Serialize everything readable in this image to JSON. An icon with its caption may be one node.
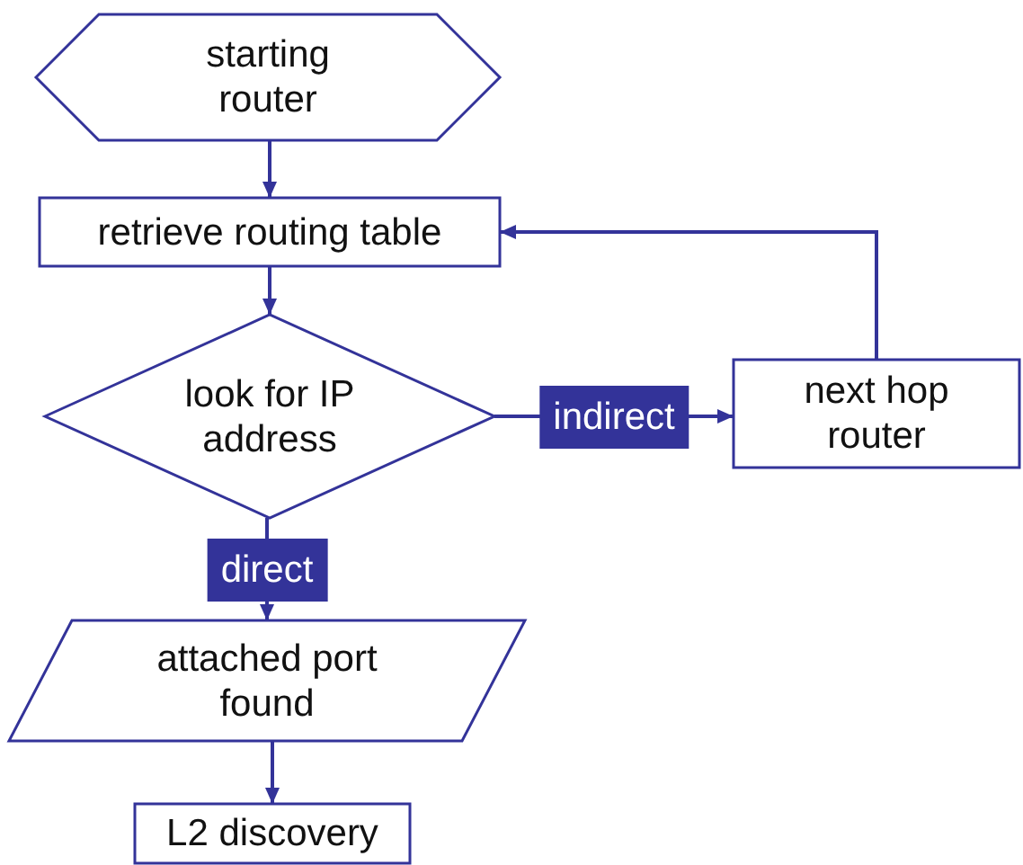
{
  "diagram": {
    "nodes": [
      {
        "text": [
          "starting router"
        ]
      },
      {
        "text": [
          "retrieve routing table"
        ]
      },
      {
        "text": [
          "look for IP address"
        ]
      },
      {
        "text": [
          "next hop router"
        ]
      },
      {
        "text": [
          "attached port found"
        ]
      },
      {
        "text": [
          "L2 discovery"
        ]
      }
    ],
    "edges": [
      {
        "from": 0,
        "to": 1,
        "arrow": "to"
      },
      {
        "from": 1,
        "to": 2,
        "arrow": "to"
      },
      {
        "from": 2,
        "to": 3,
        "arrow": "to",
        "label": "indirect"
      },
      {
        "from": 3,
        "to": 1,
        "arrow": "to"
      },
      {
        "from": 2,
        "to": 4,
        "arrow": "to",
        "label": "direct"
      },
      {
        "from": 4,
        "to": 5,
        "arrow": "to"
      }
    ]
  }
}
